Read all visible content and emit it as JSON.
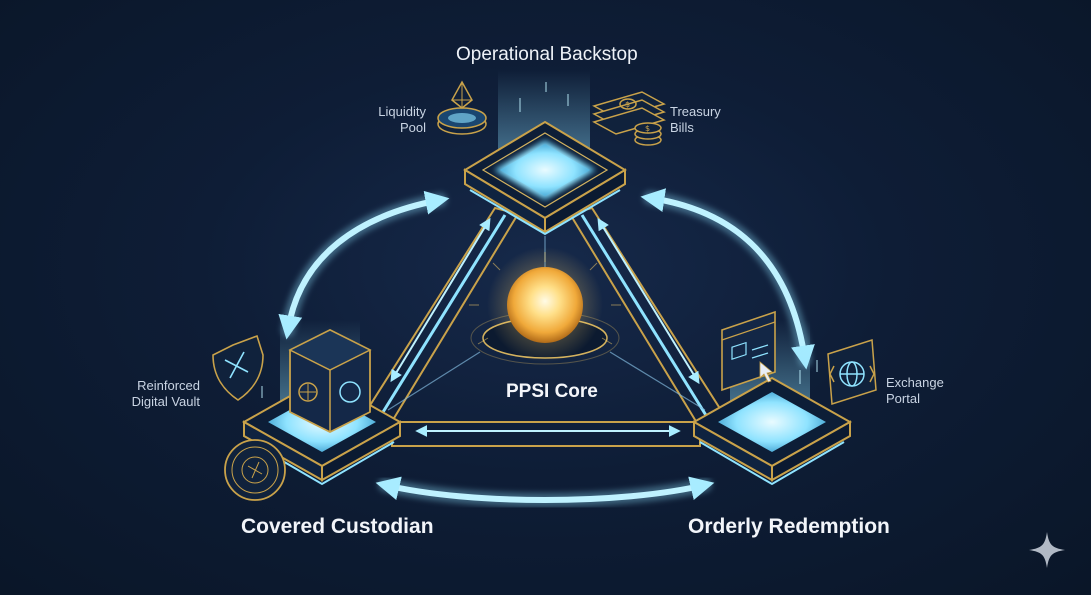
{
  "nodes": {
    "top": {
      "title": "Operational Backstop"
    },
    "left": {
      "title": "Covered Custodian"
    },
    "right": {
      "title": "Orderly Redemption"
    }
  },
  "core": {
    "label": "PPSI Core"
  },
  "side_labels": {
    "liquidity_pool": [
      "Liquidity",
      "Pool"
    ],
    "treasury_bills": [
      "Treasury",
      "Bills"
    ],
    "digital_vault": [
      "Reinforced",
      "Digital Vault"
    ],
    "exchange_portal": [
      "Exchange",
      "Portal"
    ]
  },
  "colors": {
    "background": "#0e1d36",
    "gold": "#c9a24a",
    "cyan": "#8fe3ff",
    "core_glow": "#ffd36a"
  },
  "icons": [
    "ethereum-icon",
    "dollar-bills-icon",
    "coins-icon",
    "shield-icon",
    "vault-icon",
    "seal-icon",
    "browser-window-icon",
    "globe-icon",
    "sparkle-icon"
  ]
}
